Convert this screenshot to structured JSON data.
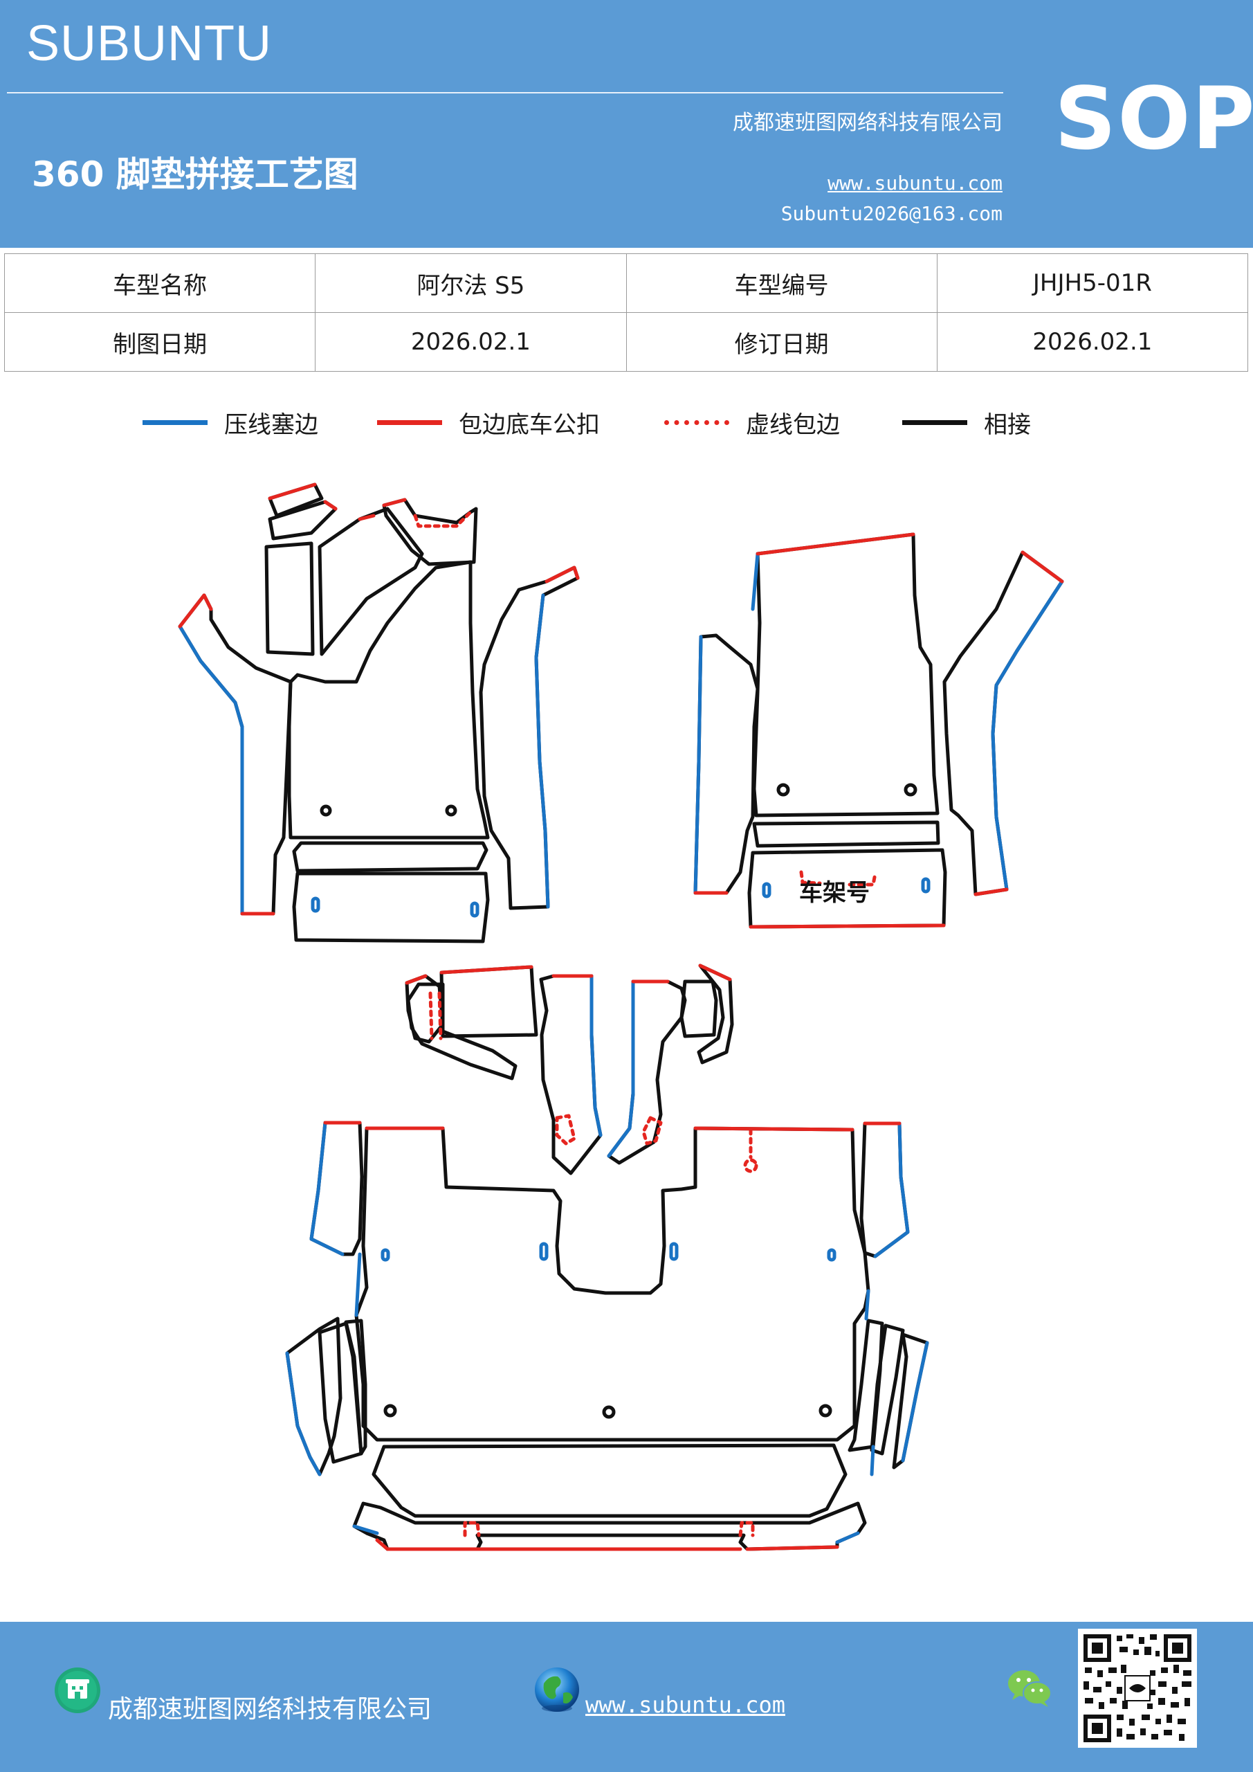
{
  "header": {
    "brand": "SUBUNTU",
    "company": "成都速班图网络科技有限公司",
    "title": "360 脚垫拼接工艺图",
    "website": "www.subuntu.com",
    "email": "Subuntu2026@163.com",
    "badge": "SOP"
  },
  "info_table": {
    "rows": [
      [
        "车型名称",
        "阿尔法 S5",
        "车型编号",
        "JHJH5-01R"
      ],
      [
        "制图日期",
        "2026.02.1",
        "修订日期",
        "2026.02.1"
      ]
    ]
  },
  "legend": [
    {
      "label": "压线塞边",
      "color": "#1a73c4",
      "style": "solid"
    },
    {
      "label": "包边底车公扣",
      "color": "#e52620",
      "style": "solid"
    },
    {
      "label": "虚线包边",
      "color": "#e52620",
      "style": "dotted"
    },
    {
      "label": "相接",
      "color": "#111111",
      "style": "solid"
    }
  ],
  "drawing": {
    "frame_label": "车架号"
  },
  "footer": {
    "company": "成都速班图网络科技有限公司",
    "website": "www.subuntu.com",
    "icons": [
      "building-icon",
      "globe-icon",
      "wechat-icon",
      "qr-code"
    ]
  }
}
